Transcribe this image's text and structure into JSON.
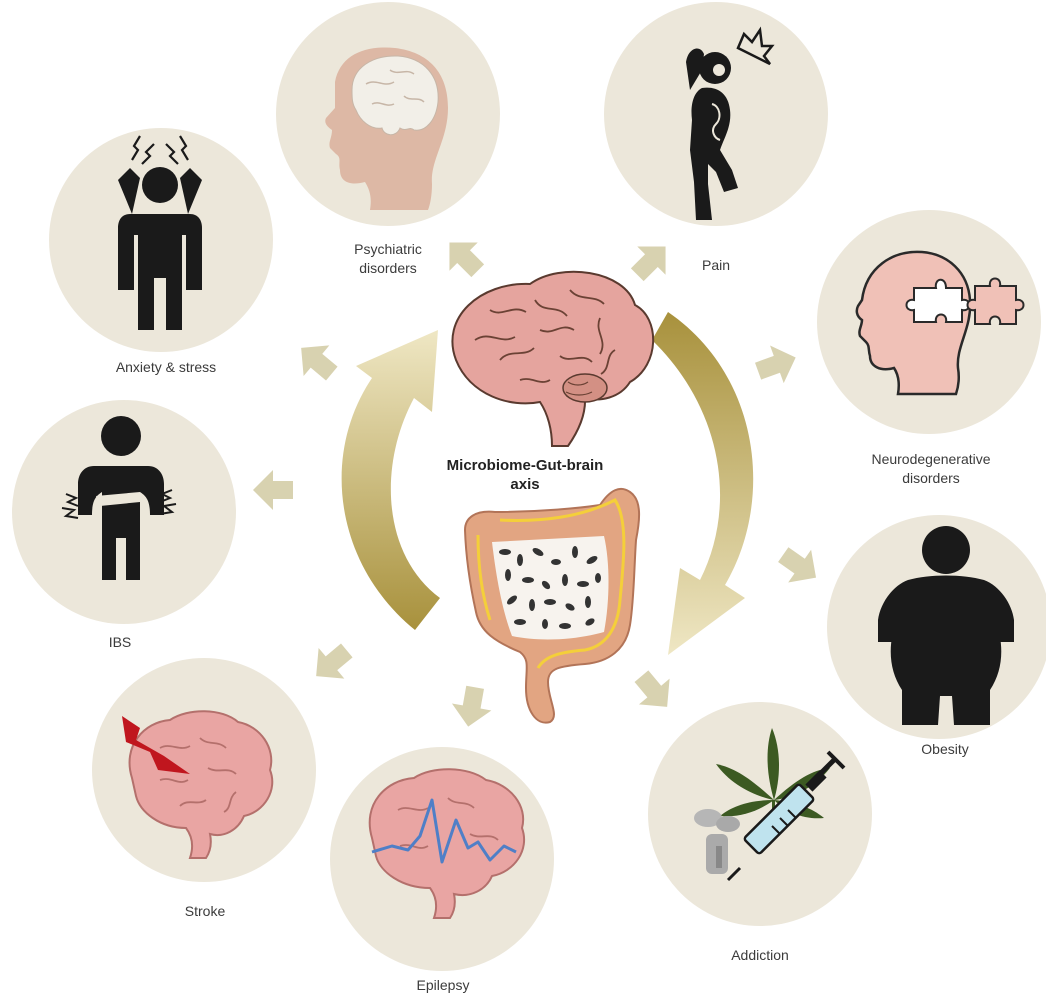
{
  "center": {
    "title": "Microbiome-Gut-brain\naxis"
  },
  "conditions": {
    "psychiatric": "Psychiatric\ndisorders",
    "pain": "Pain",
    "anxiety": "Anxiety & stress",
    "neurodegenerative": "Neurodegenerative\ndisorders",
    "ibs": "IBS",
    "obesity": "Obesity",
    "stroke": "Stroke",
    "epilepsy": "Epilepsy",
    "addiction": "Addiction"
  },
  "colors": {
    "circle_fill": "#ece7da",
    "arrow_fill": "#d8d2b0",
    "cycle_arrow": "#b9a24f",
    "skin": "#e7b7a3",
    "brain_pink": "#e9a5a3",
    "silhouette": "#1a1a1a",
    "stroke_red": "#c0161e",
    "eeg_blue": "#4f7fc7",
    "leaf_green": "#3c5a22"
  }
}
